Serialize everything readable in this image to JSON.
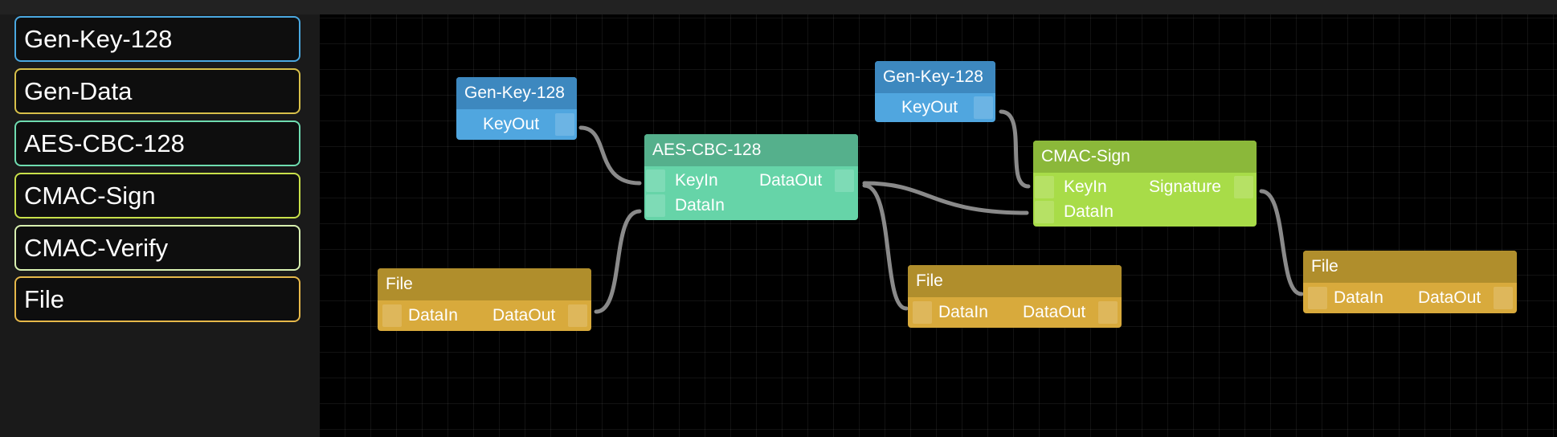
{
  "palette": {
    "items": [
      {
        "label": "Gen-Key-128",
        "color": "#4aa8e0"
      },
      {
        "label": "Gen-Data",
        "color": "#d8c04a"
      },
      {
        "label": "AES-CBC-128",
        "color": "#6fdcb0"
      },
      {
        "label": "CMAC-Sign",
        "color": "#c8e04a"
      },
      {
        "label": "CMAC-Verify",
        "color": "#d8f0b0"
      },
      {
        "label": "File",
        "color": "#e6b84a"
      }
    ]
  },
  "graph": {
    "nodes": [
      {
        "id": "genkey1",
        "title": "Gen-Key-128",
        "ports": {
          "out": "KeyOut"
        }
      },
      {
        "id": "aes",
        "title": "AES-CBC-128",
        "ports": {
          "in1": "KeyIn",
          "in2": "DataIn",
          "out": "DataOut"
        }
      },
      {
        "id": "file1",
        "title": "File",
        "ports": {
          "in1": "DataIn",
          "out": "DataOut"
        }
      },
      {
        "id": "genkey2",
        "title": "Gen-Key-128",
        "ports": {
          "out": "KeyOut"
        }
      },
      {
        "id": "cmac",
        "title": "CMAC-Sign",
        "ports": {
          "in1": "KeyIn",
          "in2": "DataIn",
          "out": "Signature"
        }
      },
      {
        "id": "file2",
        "title": "File",
        "ports": {
          "in1": "DataIn",
          "out": "DataOut"
        }
      },
      {
        "id": "file3",
        "title": "File",
        "ports": {
          "in1": "DataIn",
          "out": "DataOut"
        }
      }
    ]
  },
  "colors": {
    "genkey_header": "#3d88bf",
    "genkey_body": "#50a6df",
    "aes_header": "#55b08c",
    "aes_body": "#66d4a8",
    "cmac_header": "#8bb83a",
    "cmac_body": "#a8dc48",
    "file_header": "#b08e2c",
    "file_body": "#d8aa3c",
    "wire": "#8a8a8a"
  }
}
